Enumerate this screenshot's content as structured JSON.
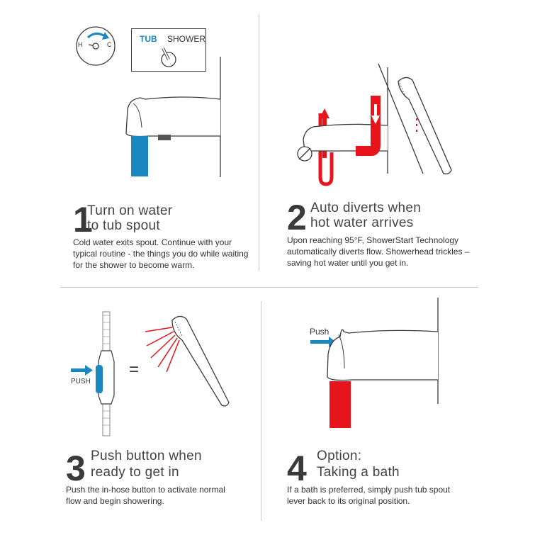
{
  "steps": [
    {
      "number": "1",
      "title_line1": "Turn on water",
      "title_line2": "to tub spout",
      "desc": "Cold water exits spout. Continue with your typical routine - the things you do while waiting for the shower to become warm."
    },
    {
      "number": "2",
      "title_line1": "Auto diverts when",
      "title_line2": "hot water arrives",
      "desc": "Upon reaching 95°F, ShowerStart Technology automatically diverts flow. Showerhead trickles – saving hot water until you get in."
    },
    {
      "number": "3",
      "title_line1": "Push button when",
      "title_line2": "ready to get in",
      "desc": "Push the in-hose button to activate normal flow and begin showering."
    },
    {
      "number": "4",
      "title_line1": "Option:",
      "title_line2": "Taking a bath",
      "desc": "If a bath is preferred, simply push tub spout lever back to its original position."
    }
  ],
  "labels": {
    "h": "H",
    "c": "C",
    "tub": "TUB",
    "shower": "SHOWER",
    "push_hose": "PUSH",
    "equals": "=",
    "push_spout": "Push"
  },
  "colors": {
    "blue": "#1a87c0",
    "red": "#e8141c",
    "line": "#3a3a3a"
  }
}
